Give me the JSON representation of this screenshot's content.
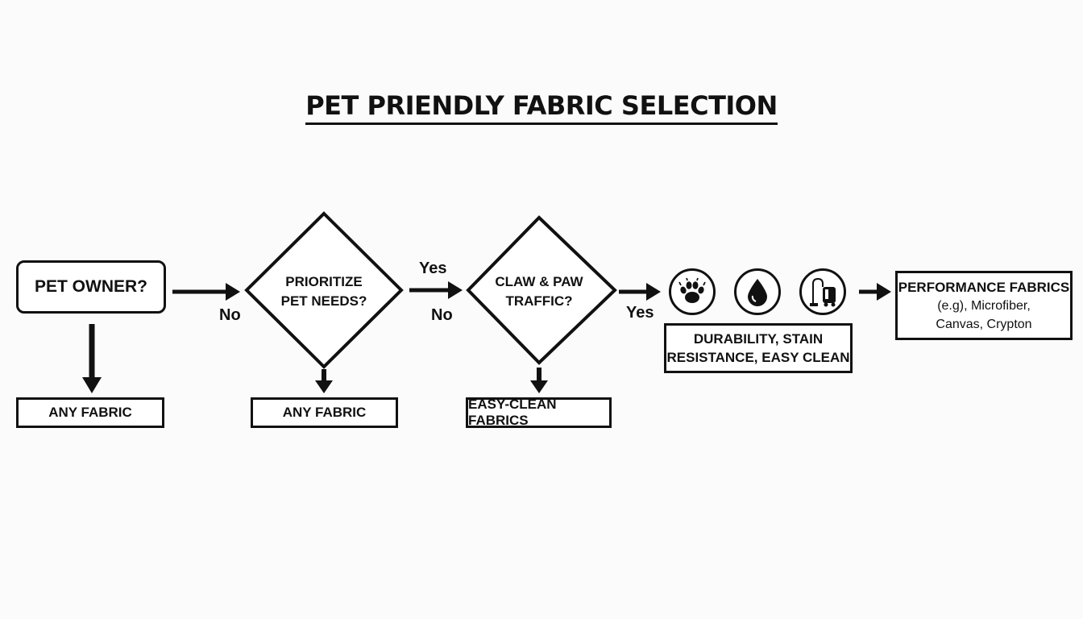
{
  "title": "PET PRIENDLY FABRIC SELECTION",
  "nodes": {
    "pet_owner": "PET OWNER?",
    "prioritize_line1": "PRIORITIZE",
    "prioritize_line2": "PET NEEDS?",
    "claw_line1": "CLAW & PAW",
    "claw_line2": "TRAFFIC?",
    "any_fabric_1": "ANY FABRIC",
    "any_fabric_2": "ANY FABRIC",
    "easy_clean_fabrics": "EASY-CLEAN FABRICS",
    "properties_line1": "DURABILITY, STAIN",
    "properties_line2": "RESISTANCE, EASY CLEAN",
    "performance_line1": "PERFORMANCE FABRICS",
    "performance_line2": "(e.g), Microfiber,",
    "performance_line3": "Canvas, Crypton"
  },
  "edge_labels": {
    "no_1": "No",
    "yes_2": "Yes",
    "no_2": "No",
    "yes_3": "Yes"
  },
  "icons": [
    "paw-icon",
    "water-drop-icon",
    "vacuum-cleaner-icon"
  ]
}
